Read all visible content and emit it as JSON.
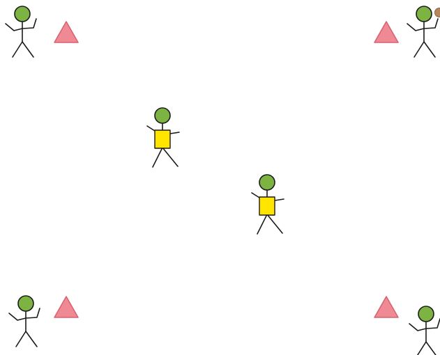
{
  "colors": {
    "background": "#ffffff",
    "head": "#7cb342",
    "outline": "#1a1a1a",
    "shirt": "#ffe500",
    "cone_fill": "#ef8a95",
    "cone_stroke": "#d9606f",
    "ball": "#b8865b"
  },
  "icons": {
    "player_plain": "stick-figure-player-icon",
    "player_bib": "stick-figure-player-with-yellow-bib-icon",
    "cone": "triangle-cone-icon",
    "ball": "ball-icon"
  },
  "players": [
    {
      "name": "corner-player-top-left",
      "bib": false,
      "ball": false
    },
    {
      "name": "corner-player-top-right",
      "bib": false,
      "ball": true
    },
    {
      "name": "corner-player-bottom-left",
      "bib": false,
      "ball": false
    },
    {
      "name": "corner-player-bottom-right",
      "bib": false,
      "ball": false
    },
    {
      "name": "defender-upper",
      "bib": true,
      "ball": false
    },
    {
      "name": "defender-lower",
      "bib": true,
      "ball": false
    }
  ],
  "cones": [
    {
      "name": "cone-top-left"
    },
    {
      "name": "cone-top-right"
    },
    {
      "name": "cone-bottom-left"
    },
    {
      "name": "cone-bottom-right"
    }
  ]
}
